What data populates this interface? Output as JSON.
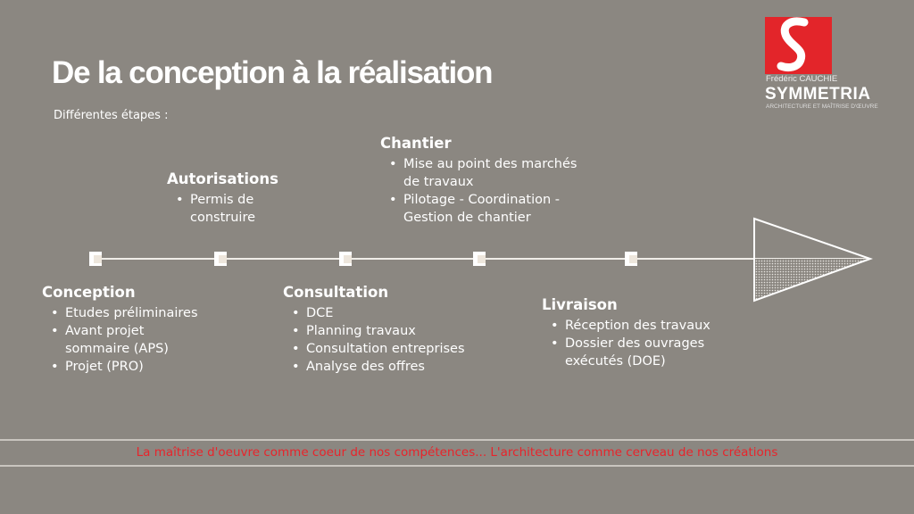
{
  "title": "De la conception à la réalisation",
  "subtitle": "Différentes étapes :",
  "logo": {
    "name": "Frédéric CAUCHIE",
    "brand": "SYMMETRIA",
    "tagline": "ARCHITECTURE ET MAÎTRISE D'ŒUVRE",
    "color": "#e3252a"
  },
  "steps": [
    {
      "heading": "Conception",
      "items": [
        "Etudes préliminaires",
        "Avant projet\nsommaire (APS)",
        "Projet (PRO)"
      ]
    },
    {
      "heading": "Autorisations",
      "items": [
        "Permis de\nconstruire"
      ]
    },
    {
      "heading": "Consultation",
      "items": [
        "DCE",
        "Planning travaux",
        "Consultation entreprises",
        "Analyse des offres"
      ]
    },
    {
      "heading": "Chantier",
      "items": [
        "Mise au point des marchés\nde travaux",
        "Pilotage - Coordination -\nGestion de chantier"
      ]
    },
    {
      "heading": "Livraison",
      "items": [
        "Réception des travaux",
        "Dossier des ouvrages\nexécutés (DOE)"
      ]
    }
  ],
  "footer": "La maîtrise d'oeuvre comme coeur de nos compétences... L'architecture comme cerveau de nos créations"
}
